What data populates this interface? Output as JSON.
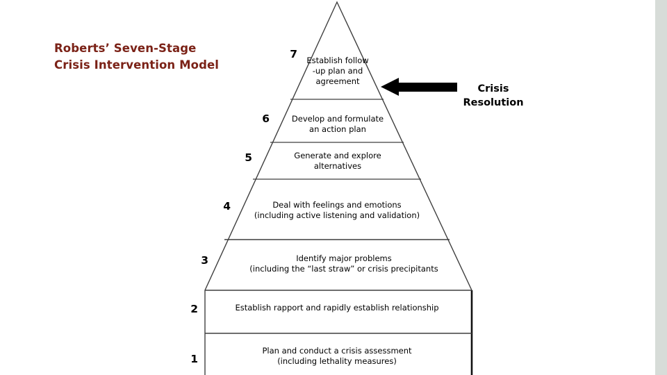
{
  "slide": {
    "background_color": "#ffffff",
    "right_band_color": "#d7dcd8"
  },
  "title": {
    "color": "#7b2217",
    "line1": "Roberts’ Seven-Stage",
    "line2": "Crisis Intervention Model"
  },
  "callout": {
    "arrow_direction": "left",
    "arrow_color": "#000000",
    "label_line1": "Crisis",
    "label_line2": "Resolution"
  },
  "pyramid": {
    "outline_color": "#3f3f3f",
    "fill_color": "#ffffff",
    "levels": [
      {
        "number": "7",
        "lines": [
          "Establish follow",
          "-up plan and",
          "agreement"
        ]
      },
      {
        "number": "6",
        "lines": [
          "Develop and formulate",
          "an action plan"
        ]
      },
      {
        "number": "5",
        "lines": [
          "Generate and explore",
          "alternatives"
        ]
      },
      {
        "number": "4",
        "lines": [
          "Deal with feelings and emotions",
          "(including active listening and validation)"
        ]
      },
      {
        "number": "3",
        "lines": [
          "Identify major problems",
          "(including the “last straw” or crisis precipitants"
        ]
      },
      {
        "number": "2",
        "lines": [
          "Establish rapport and rapidly establish relationship"
        ]
      },
      {
        "number": "1",
        "lines": [
          "Plan and conduct a crisis assessment",
          "(including lethality measures)"
        ]
      }
    ]
  }
}
